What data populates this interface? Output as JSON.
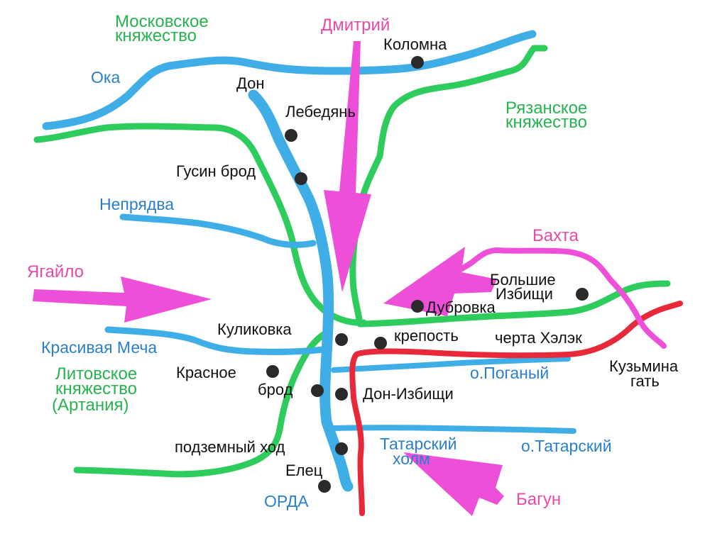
{
  "colors": {
    "river": "#3faee6",
    "border": "#2ecc5c",
    "chert": "#e8293a",
    "arrow": "#ee4fd8",
    "river_text": "#2a7fcc",
    "region_text": "#27b34e",
    "person_text": "#e64aa8",
    "place_dot": "#2a2a2a",
    "place_text": "#111111"
  },
  "regions": {
    "moscow": [
      "Московское",
      "княжество"
    ],
    "ryazan": [
      "Рязанское",
      "княжество"
    ],
    "lithuania": [
      "Литовское",
      "княжество",
      "(Артания)"
    ]
  },
  "rivers": {
    "oka": "Ока",
    "nepryadva": "Непрядва",
    "krasivaya_mecha": "Красивая Меча",
    "ogany": "о.Поганый",
    "tatarsky": "о.Татарский"
  },
  "persons": {
    "dmitry": "Дмитрий",
    "yagailo": "Ягайло",
    "bakhta": "Бахта",
    "bagun": "Багун"
  },
  "places": {
    "kolomna": "Коломна",
    "don": "Дон",
    "lebedyan": "Лебедянь",
    "gusin_brod": "Гусин брод",
    "bolshie_izbishchi": [
      "Большие",
      "Избищи"
    ],
    "dubrovka": "Дубровка",
    "kulikovka": "Куликовка",
    "krepost": "крепость",
    "chert_khelek": "черта Хэлэк",
    "kuzmina_gat": [
      "Кузьмина",
      "гать"
    ],
    "krasnoe": "Красное",
    "brod": "брод",
    "don_izbishchi": "Дон-Избищи",
    "podzemny_khod": "подземный ход",
    "tatarsky_kholm": [
      "Татарский",
      "холм"
    ],
    "elets": "Елец",
    "orda": "ОРДА"
  }
}
